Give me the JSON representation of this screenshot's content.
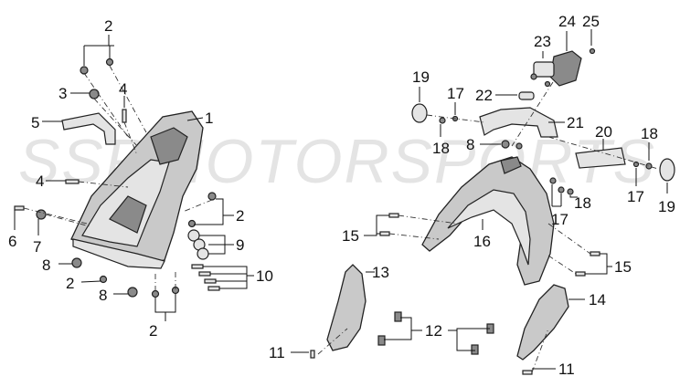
{
  "watermark": "SSRMOTORSPORTS",
  "callouts": {
    "c1": "1",
    "c2a": "2",
    "c2b": "2",
    "c2c": "2",
    "c2d": "2",
    "c3": "3",
    "c4a": "4",
    "c4b": "4",
    "c5": "5",
    "c6": "6",
    "c7": "7",
    "c8a": "8",
    "c8b": "8",
    "c8c": "8",
    "c9": "9",
    "c10": "10",
    "c11a": "11",
    "c11b": "11",
    "c12": "12",
    "c13": "13",
    "c14": "14",
    "c15a": "15",
    "c15b": "15",
    "c16": "16",
    "c17a": "17",
    "c17b": "17",
    "c17c": "17",
    "c18a": "18",
    "c18b": "18",
    "c18c": "18",
    "c19a": "19",
    "c19b": "19",
    "c20": "20",
    "c21": "21",
    "c22": "22",
    "c23": "23",
    "c24": "24",
    "c25": "25"
  }
}
